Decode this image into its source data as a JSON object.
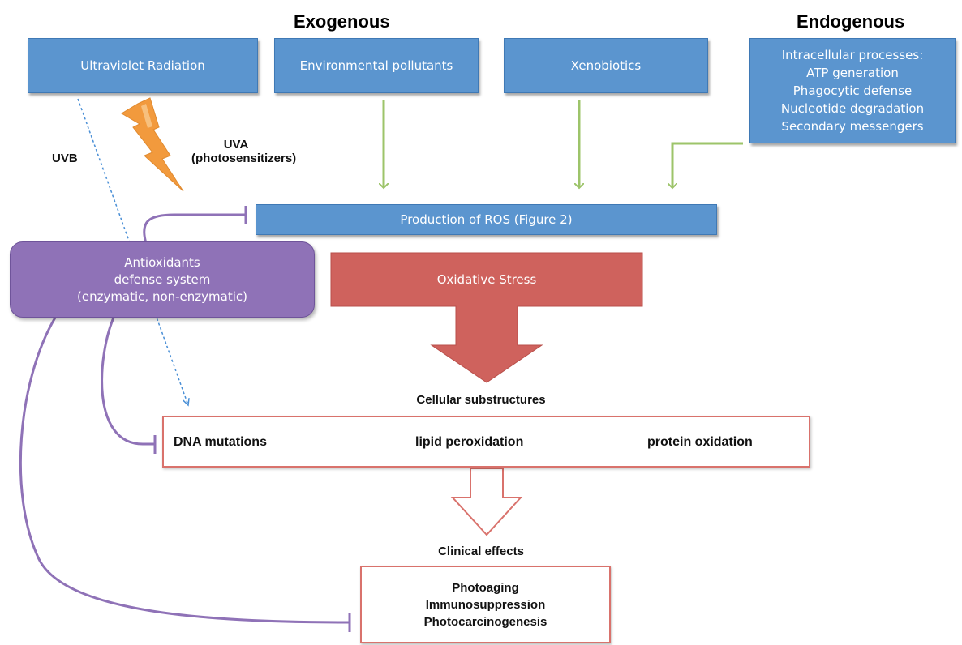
{
  "headings": {
    "exogenous": "Exogenous",
    "endogenous": "Endogenous"
  },
  "sources": {
    "uv": "Ultraviolet Radiation",
    "pollutants": "Environmental pollutants",
    "xenobiotics": "Xenobiotics"
  },
  "endogenous_box": {
    "lines": [
      "Intracellular processes:",
      "ATP generation",
      "Phagocytic defense",
      "Nucleotide degradation",
      "Secondary messengers"
    ]
  },
  "uv_labels": {
    "uvb": "UVB",
    "uva_line1": "UVA",
    "uva_line2": "(photosensitizers)"
  },
  "ros": "Production of ROS (Figure 2)",
  "antioxidants": {
    "line1": "Antioxidants",
    "line2": "defense system",
    "line3": "(enzymatic, non-enzymatic)"
  },
  "oxidative_stress": "Oxidative Stress",
  "cellular": {
    "title": "Cellular substructures",
    "items": [
      "DNA mutations",
      "lipid peroxidation",
      "protein oxidation"
    ]
  },
  "clinical": {
    "title": "Clinical effects",
    "items": [
      "Photoaging",
      "Immunosuppression",
      "Photocarcinogenesis"
    ]
  },
  "colors": {
    "blue_box": "#5b95cf",
    "green_arrow": "#9dc46a",
    "red_fill": "#cf625d",
    "purple": "#8f72b7",
    "lightning": "#f29a3d",
    "uvb_line": "#4a8fd6"
  }
}
